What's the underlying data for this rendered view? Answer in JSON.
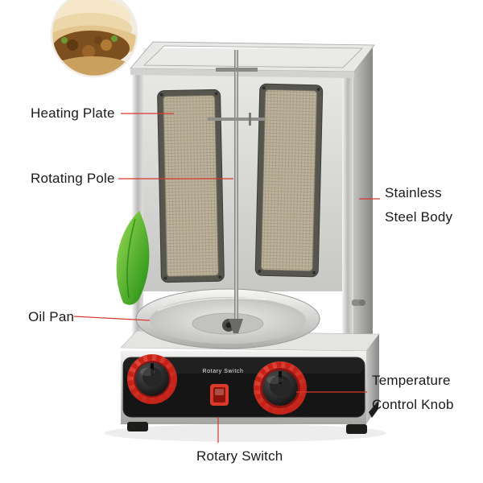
{
  "callouts": {
    "heating_plate": {
      "label": "Heating Plate"
    },
    "rotating_pole": {
      "label": "Rotating Pole"
    },
    "oil_pan": {
      "label": "Oil Pan"
    },
    "stainless_steel_body": {
      "line1": "Stainless",
      "line2": "Steel Body"
    },
    "temperature_control_knob": {
      "line1": "Temperature",
      "line2": "Control Knob"
    },
    "rotary_switch": {
      "label": "Rotary Switch"
    }
  },
  "machine": {
    "panel_label": "Rotary Switch"
  },
  "colors": {
    "callout_line": "#d6392c",
    "accent_red": "#d93a2a",
    "panel_black": "#151515",
    "steel_light": "#efefed",
    "steel_dark": "#9c9c9a",
    "mesh_tan": "#b7ac93",
    "leaf_green": "#269413"
  }
}
